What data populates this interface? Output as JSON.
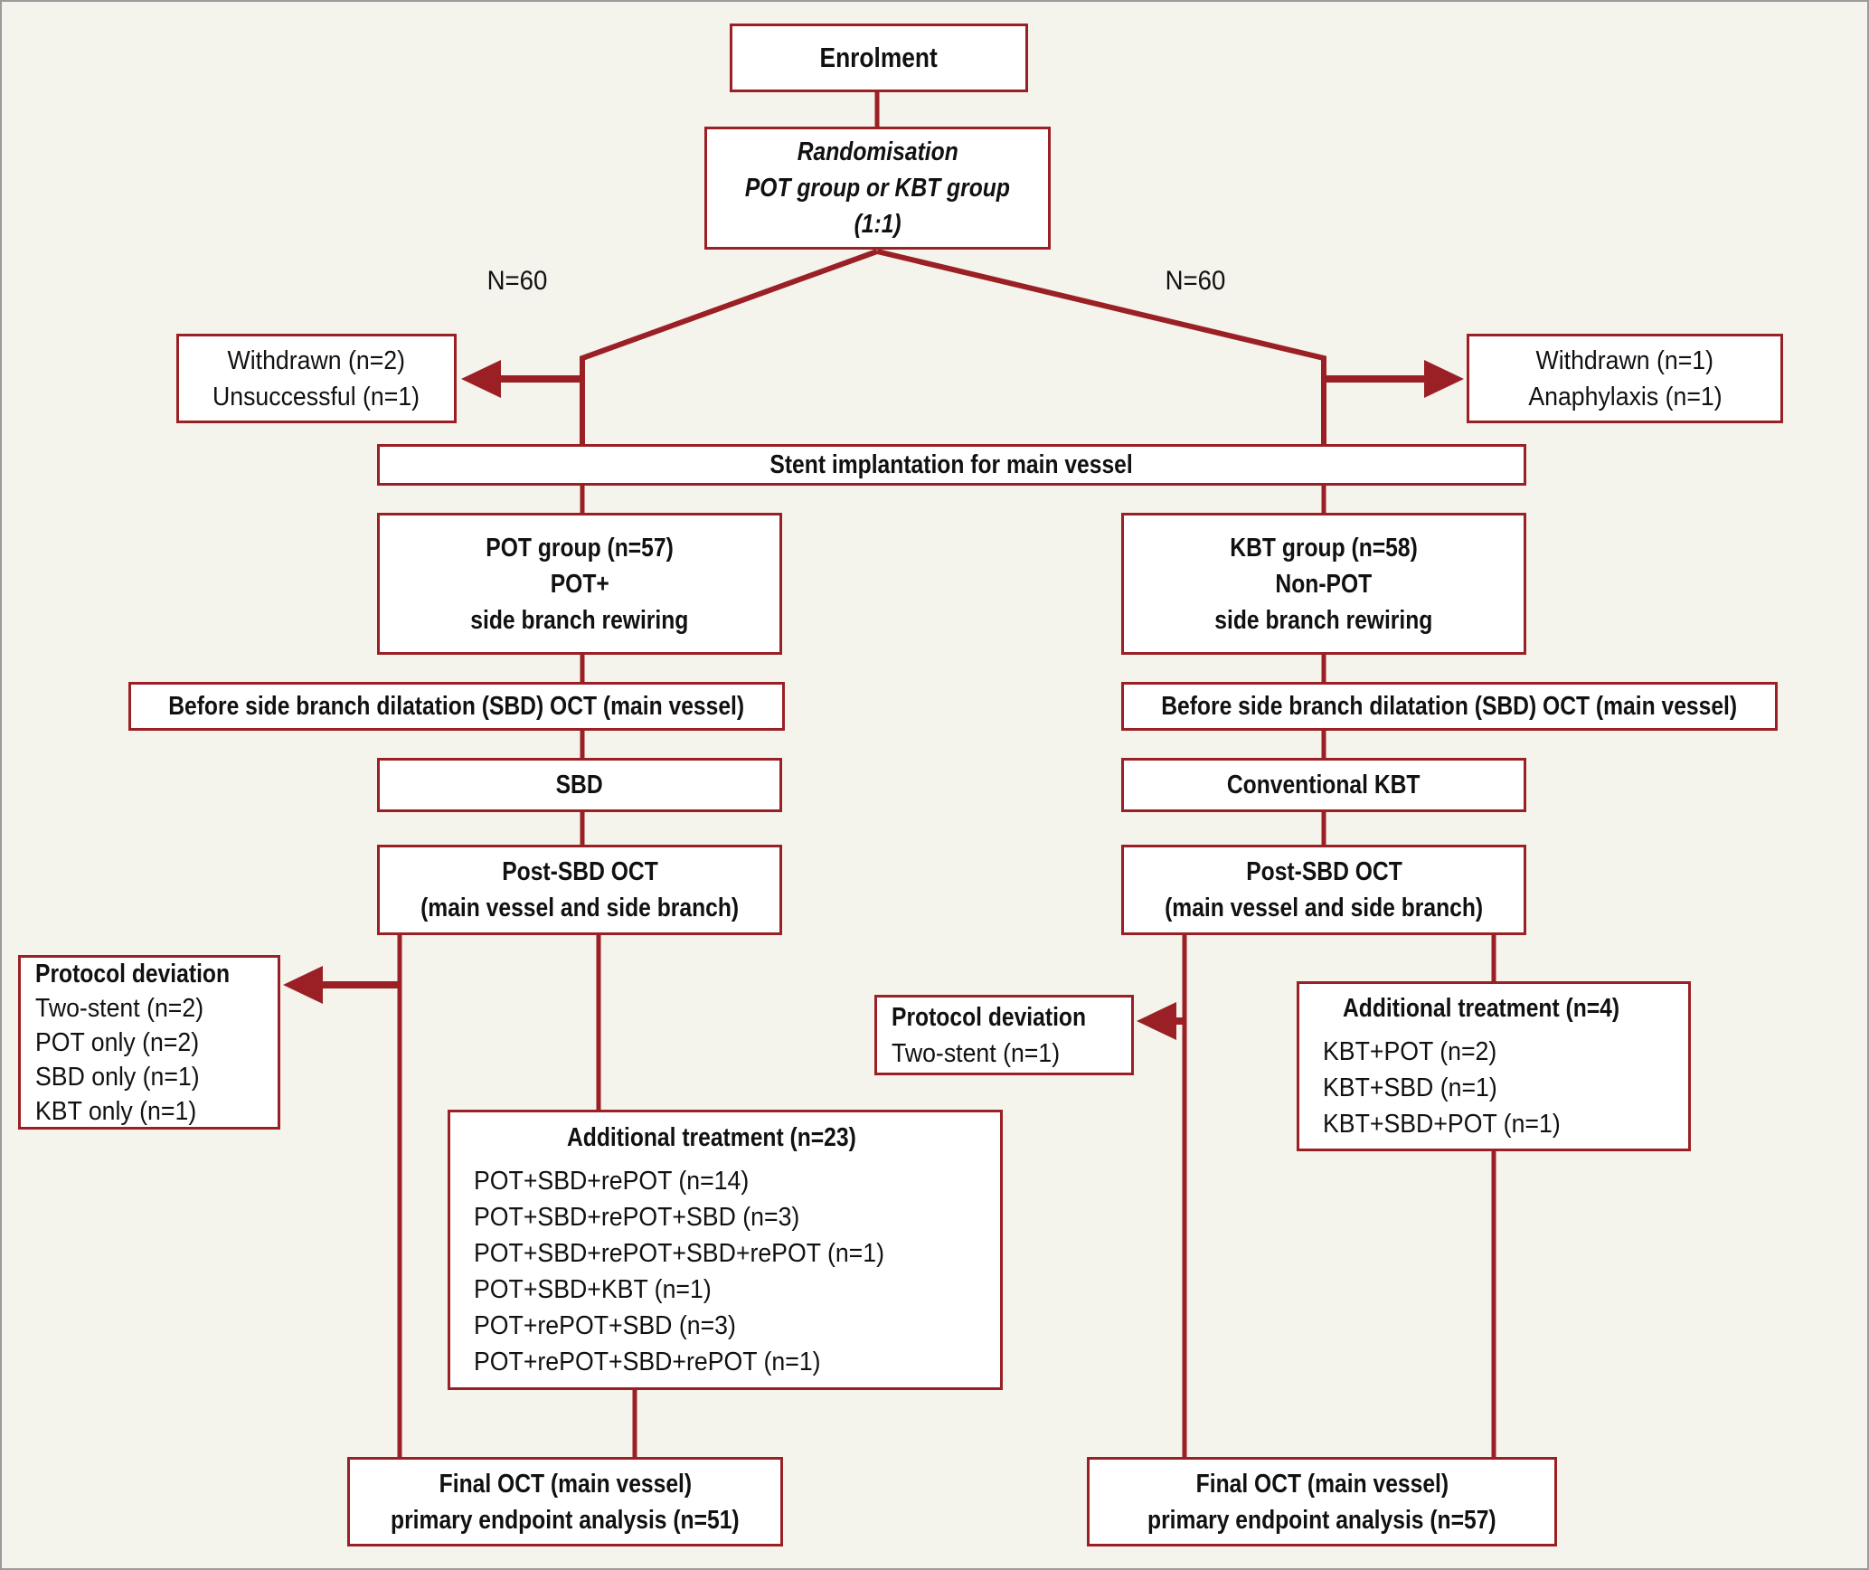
{
  "figure": {
    "colors": {
      "accent": "#9a2025",
      "background": "#f4f3ec",
      "box_fill": "#ffffff"
    },
    "enrolment": "Enrolment",
    "randomisation": [
      "Randomisation",
      "POT group or KBT group",
      "(1:1)"
    ],
    "branch_left_n": "N=60",
    "branch_right_n": "N=60",
    "withdrawn_left": [
      "Withdrawn (n=2)",
      "Unsuccessful (n=1)"
    ],
    "withdrawn_right": [
      "Withdrawn (n=1)",
      "Anaphylaxis (n=1)"
    ],
    "stent_implantation": "Stent implantation for main vessel",
    "pot_group": [
      "POT group (n=57)",
      "POT+",
      "side branch rewiring"
    ],
    "kbt_group": [
      "KBT group (n=58)",
      "Non-POT",
      "side branch rewiring"
    ],
    "before_sbd_left": "Before side branch dilatation (SBD) OCT (main vessel)",
    "before_sbd_right": "Before side branch dilatation (SBD) OCT (main vessel)",
    "sbd": "SBD",
    "conventional_kbt": "Conventional KBT",
    "post_sbd_left": [
      "Post-SBD OCT",
      "(main vessel and side branch)"
    ],
    "post_sbd_right": [
      "Post-SBD OCT",
      "(main vessel and side branch)"
    ],
    "protocol_deviation_left": {
      "title": "Protocol deviation",
      "items": [
        "Two-stent (n=2)",
        "POT only (n=2)",
        "SBD only (n=1)",
        "KBT only (n=1)"
      ]
    },
    "protocol_deviation_right": {
      "title": "Protocol deviation",
      "items": [
        "Two-stent (n=1)"
      ]
    },
    "additional_left": {
      "title": "Additional treatment (n=23)",
      "items": [
        "POT+SBD+rePOT (n=14)",
        "POT+SBD+rePOT+SBD (n=3)",
        "POT+SBD+rePOT+SBD+rePOT (n=1)",
        "POT+SBD+KBT (n=1)",
        "POT+rePOT+SBD (n=3)",
        "POT+rePOT+SBD+rePOT (n=1)"
      ]
    },
    "additional_right": {
      "title": "Additional treatment (n=4)",
      "items": [
        "KBT+POT (n=2)",
        "KBT+SBD (n=1)",
        "KBT+SBD+POT (n=1)"
      ]
    },
    "final_left": [
      "Final OCT (main vessel)",
      "primary endpoint analysis (n=51)"
    ],
    "final_right": [
      "Final OCT (main vessel)",
      "primary endpoint analysis (n=57)"
    ]
  }
}
